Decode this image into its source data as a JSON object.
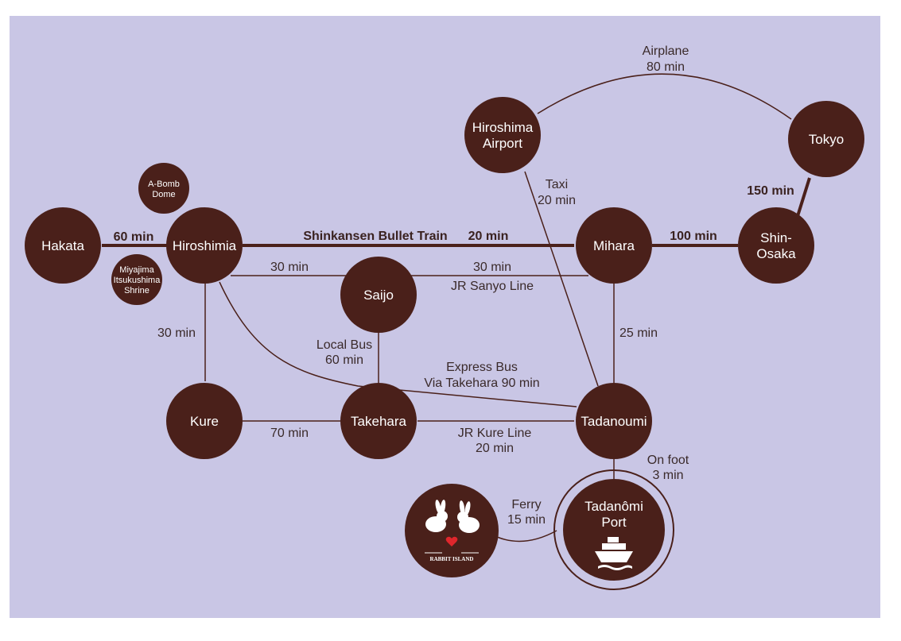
{
  "colors": {
    "node": "#4a201a",
    "panel": "#c9c6e5",
    "line": "#4a201a",
    "heart": "#e0262c"
  },
  "nodes": {
    "hakata": "Hakata",
    "hiroshima": "Hiroshimia",
    "abomb_1": "A-Bomb",
    "abomb_2": "Dome",
    "miyajima_1": "Miyajima",
    "miyajima_2": "Itsukushima",
    "miyajima_3": "Shrine",
    "airport_1": "Hiroshima",
    "airport_2": "Airport",
    "tokyo": "Tokyo",
    "mihara": "Mihara",
    "shinosaka_1": "Shin-",
    "shinosaka_2": "Osaka",
    "saijo": "Saijo",
    "kure": "Kure",
    "takehara": "Takehara",
    "tadanoumi": "Tadanoumi",
    "port_1": "Tadanômi",
    "port_2": "Port",
    "rabbit_island": "RABBIT ISLAND"
  },
  "edges": {
    "hakata_hiroshima": "60 min",
    "shinkansen_name": "Shinkansen Bullet Train",
    "shinkansen_time": "20 min",
    "mihara_shinosaka": "100 min",
    "shinosaka_tokyo": "150 min",
    "airplane_1": "Airplane",
    "airplane_2": "80 min",
    "taxi_1": "Taxi",
    "taxi_2": "20 min",
    "hiroshima_saijo": "30 min",
    "saijo_mihara": "30 min",
    "jr_sanyo": "JR Sanyo Line",
    "hiroshima_kure": "30 min",
    "mihara_tadanoumi": "25 min",
    "local_bus_1": "Local Bus",
    "local_bus_2": "60 min",
    "express_1": "Express Bus",
    "express_2": "Via Takehara 90 min",
    "kure_takehara": "70 min",
    "jr_kure_1": "JR Kure Line",
    "jr_kure_2": "20 min",
    "onfoot_1": "On foot",
    "onfoot_2": "3 min",
    "ferry_1": "Ferry",
    "ferry_2": "15 min"
  },
  "icons": {
    "port": "ship-icon",
    "island": "rabbit-icon"
  }
}
